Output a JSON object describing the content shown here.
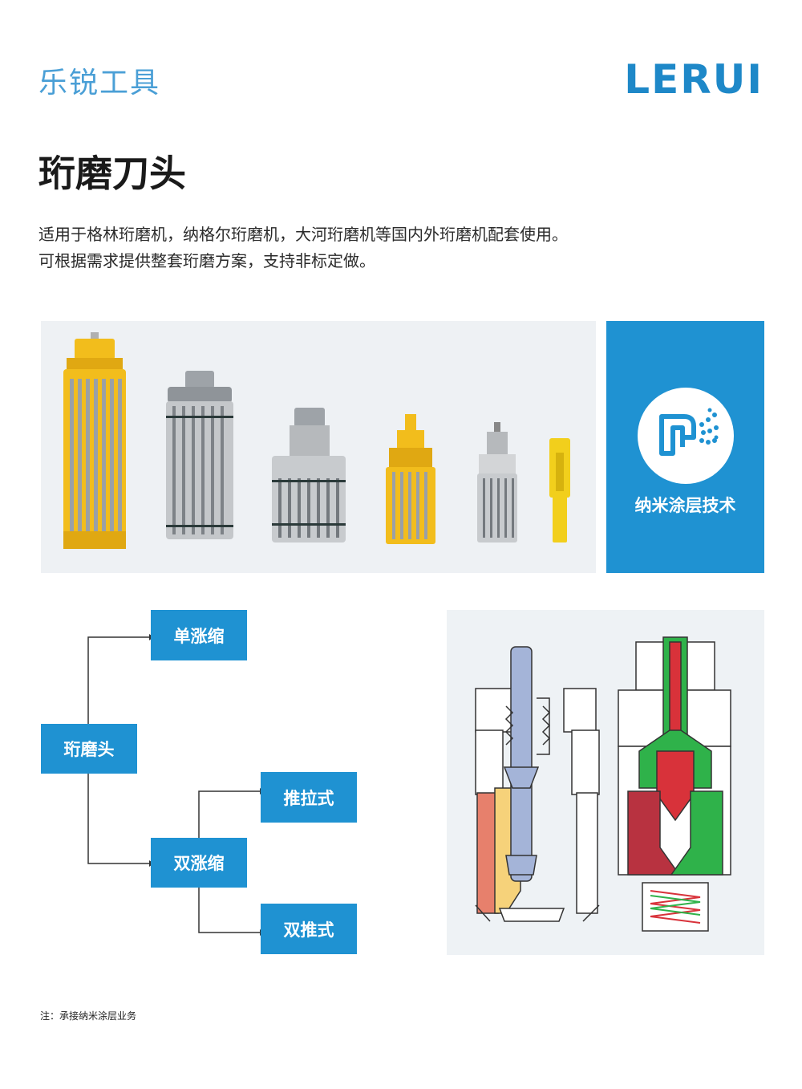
{
  "header": {
    "brand_cn": "乐锐工具",
    "logo_text": "LERUI"
  },
  "title": "珩磨刀头",
  "intro": {
    "line1": "适用于格林珩磨机，纳格尔珩磨机，大河珩磨机等国内外珩磨机配套使用。",
    "line2": "可根据需求提供整套珩磨方案，支持非标定做。"
  },
  "feature": {
    "label": "纳米涂层技术",
    "icon": "nozzle-spray-icon"
  },
  "tree": {
    "root": "珩磨头",
    "single": "单涨缩",
    "double": "双涨缩",
    "push_pull": "推拉式",
    "double_push": "双推式"
  },
  "note": "注：承接纳米涂层业务",
  "colors": {
    "accent": "#1f92d2",
    "brand_light": "#4a9fd6",
    "tool_yellow": "#f2bd1c",
    "tool_steel": "#a9adb2"
  }
}
